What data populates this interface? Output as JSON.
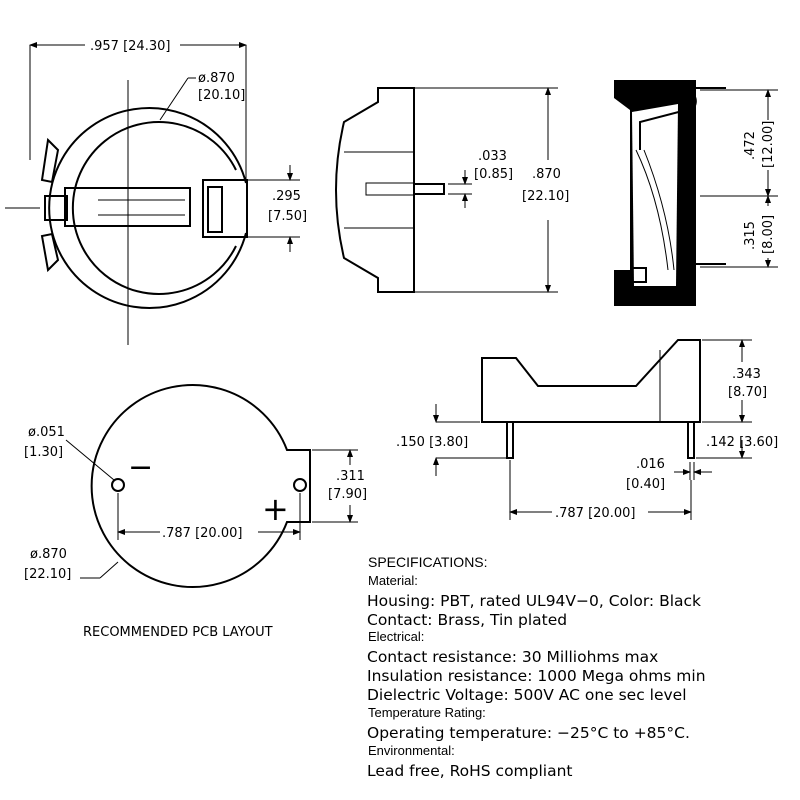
{
  "dims": {
    "width_overall": ".957 [24.30]",
    "dia_holder_in": "ø.870",
    "dia_holder_mm": "[20.10]",
    "tab_in": ".295",
    "tab_mm": "[7.50]",
    "contact_in": ".033",
    "contact_mm": "[0.85]",
    "height_in": ".870",
    "height_mm": "[22.10]",
    "upper_in": ".472",
    "upper_mm": "[12.00]",
    "lower_in": ".315",
    "lower_mm": "[8.00]",
    "hole_in": "ø.051",
    "hole_mm": "[1.30]",
    "pcb_tab_in": ".311",
    "pcb_tab_mm": "[7.90]",
    "pcb_pitch": ".787 [20.00]",
    "pcb_dia_in": "ø.870",
    "pcb_dia_mm": "[22.10]",
    "side_h_in": ".343",
    "side_h_mm": "[8.70]",
    "pin_left": ".150 [3.80]",
    "pin_right": ".142 [3.60]",
    "pin_w_in": ".016",
    "pin_w_mm": "[0.40]",
    "side_pitch": ".787 [20.00]"
  },
  "symbols": {
    "minus": "−",
    "plus": "+"
  },
  "pcb_label": "RECOMMENDED PCB LAYOUT",
  "specs": {
    "title": "SPECIFICATIONS:",
    "material_h": "Material:",
    "housing": "Housing: PBT, rated UL94V−0, Color: Black",
    "contact": "Contact: Brass, Tin plated",
    "electrical_h": "Electrical:",
    "resistance": "Contact resistance: 30 Milliohms max",
    "insulation": "Insulation resistance: 1000 Mega ohms min",
    "dielectric": "Dielectric Voltage: 500V AC one sec level",
    "temp_h": "Temperature Rating:",
    "operating": "Operating temperature: −25°C to +85°C.",
    "env_h": "Environmental:",
    "leadfree": "Lead free, RoHS compliant"
  }
}
